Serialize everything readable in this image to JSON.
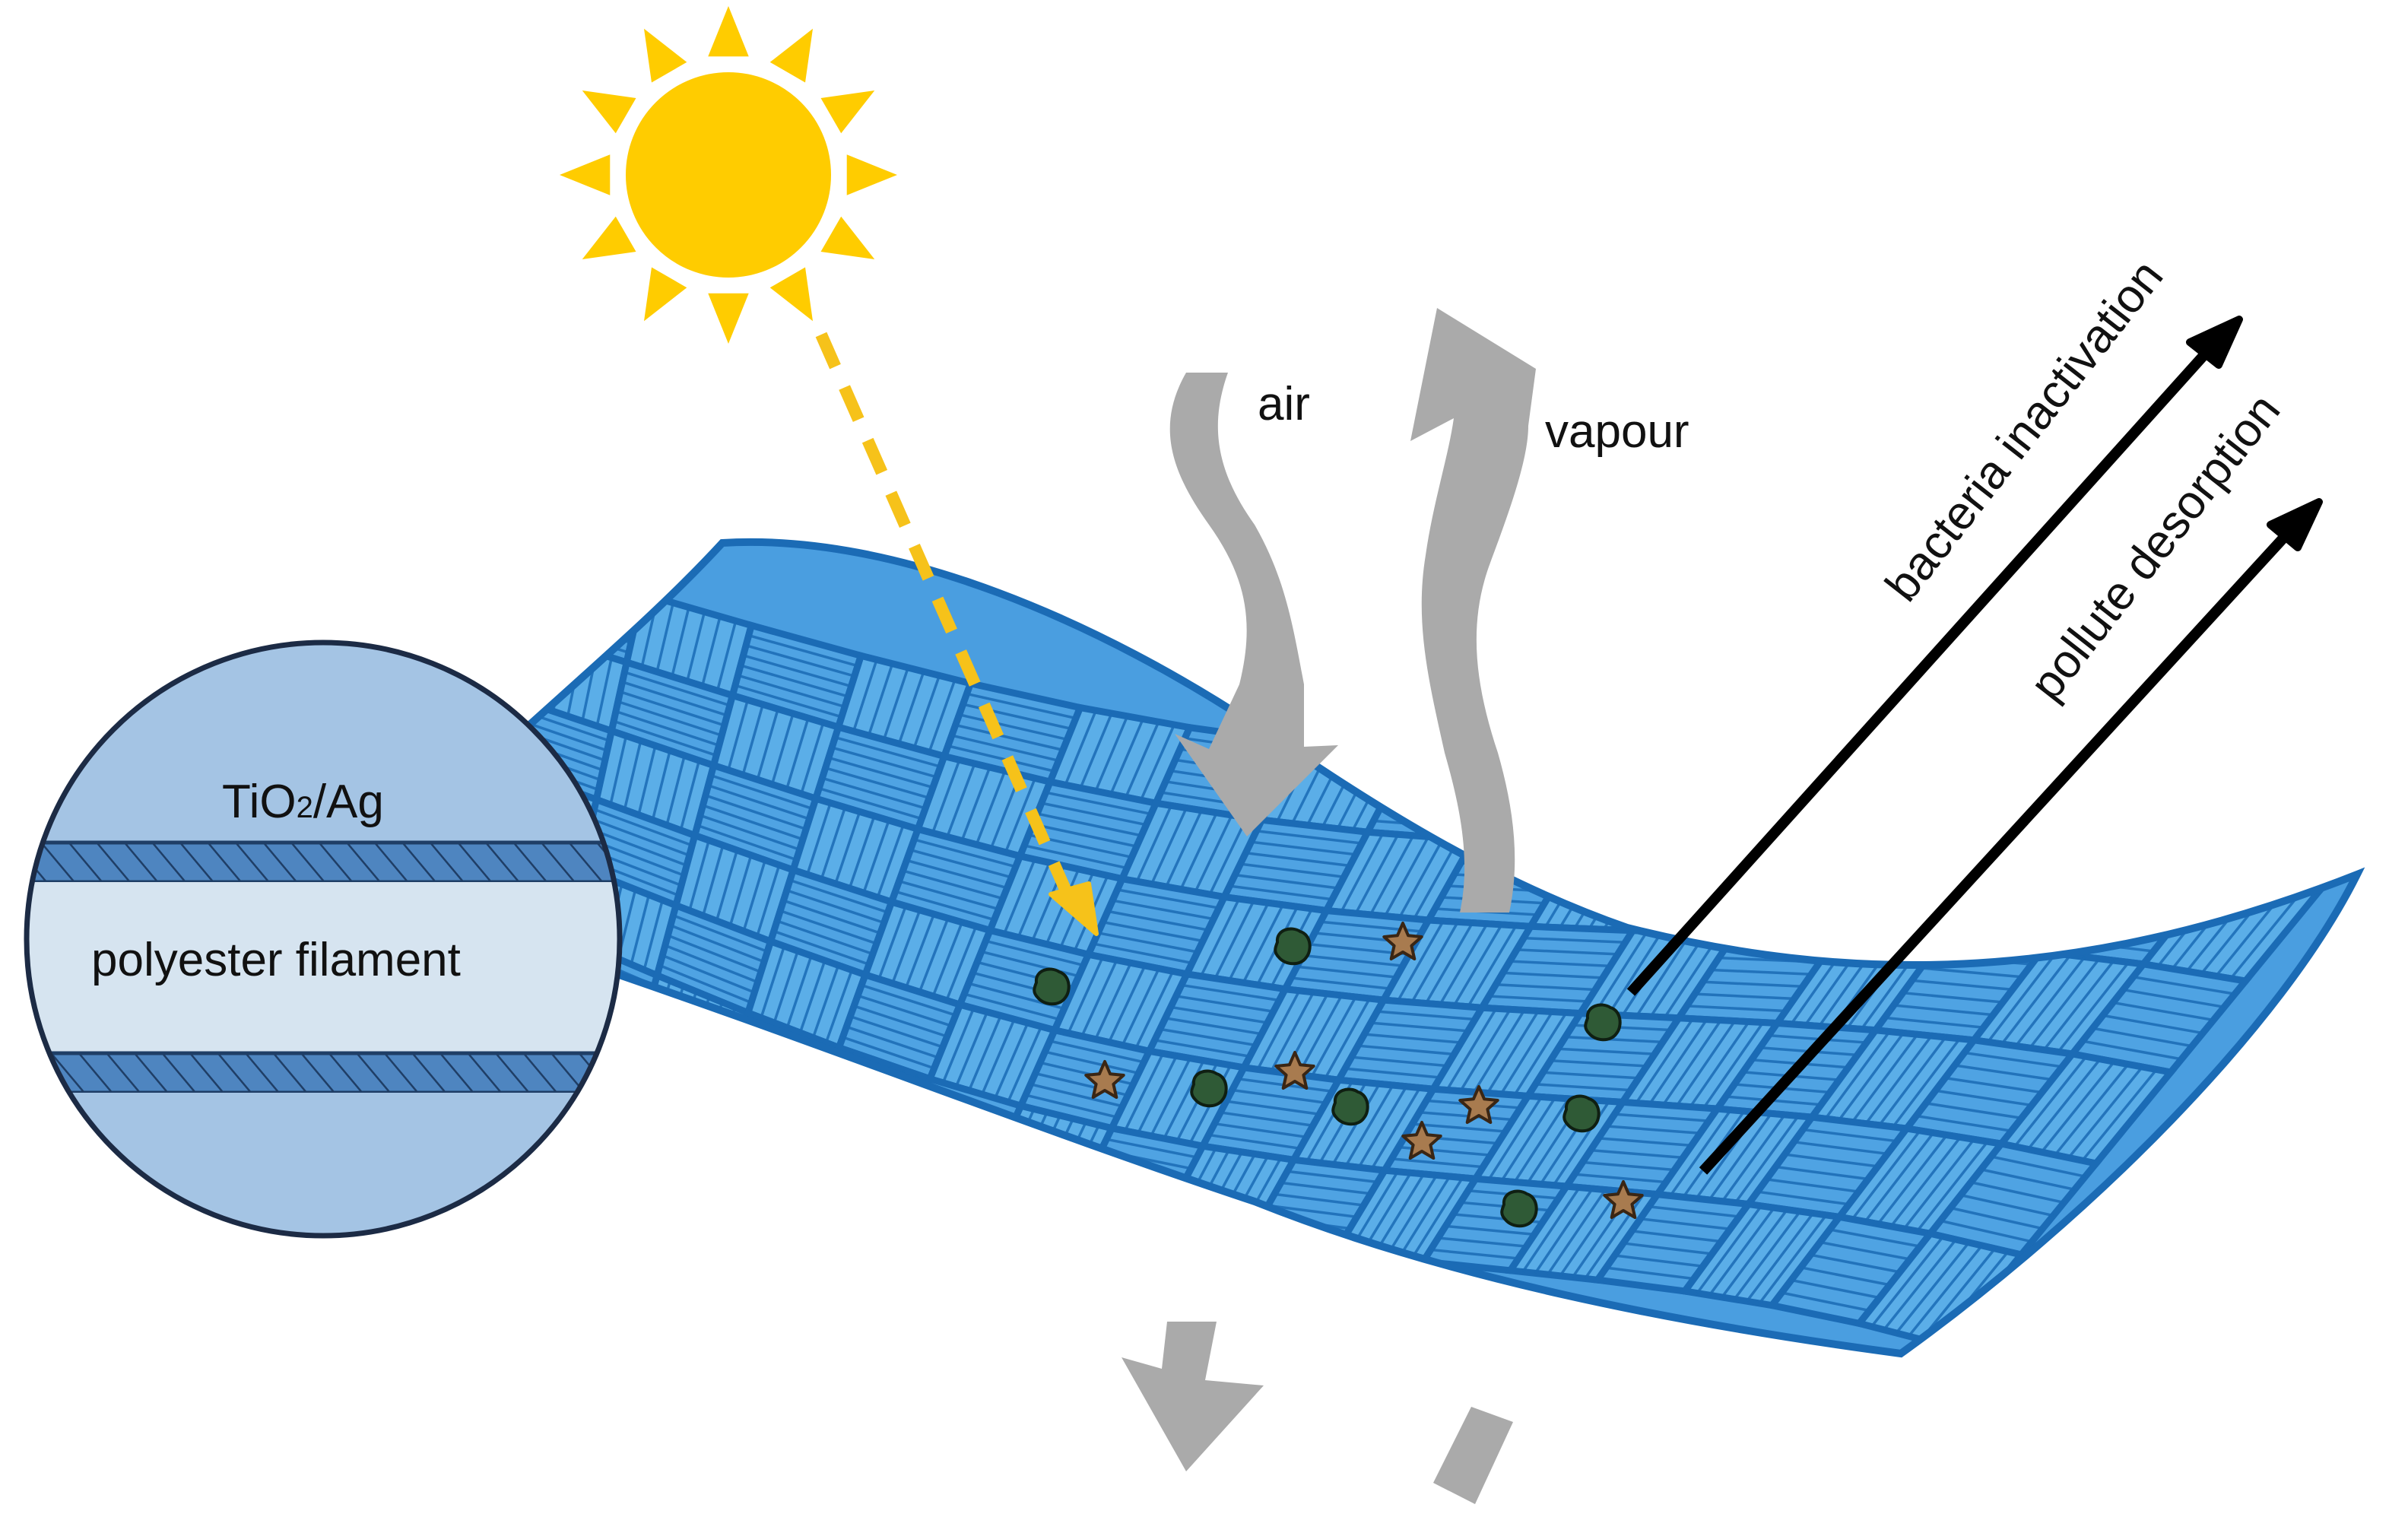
{
  "colors": {
    "sun": "#FFCC00",
    "light_ray": "#F6C21A",
    "fabric_fill": "#4A9EE0",
    "fabric_stroke": "#1B6BB5",
    "flow_arrow": "#AAAAAA",
    "process_arrow": "#000000",
    "bacteria": "#2F5A36",
    "pollutant": "#A87B4F",
    "coating_layer": "#A4C4E4",
    "filament_core": "#D6E4F0",
    "hatch_band": "#4E85C0",
    "inset_border": "#1C2B45"
  },
  "labels": {
    "air": "air",
    "vapour": "vapour",
    "bacteria_inactivation": "bacteria inactivation",
    "pollute_desorption": "pollute desorption",
    "coating_main": "TiO",
    "coating_sub": "2",
    "coating_suffix": "/Ag",
    "filament": "polyester filament"
  },
  "icons": {
    "sun": "sun-icon",
    "bacteria": "bacterium-icon",
    "pollutant": "pollutant-particle-icon"
  }
}
